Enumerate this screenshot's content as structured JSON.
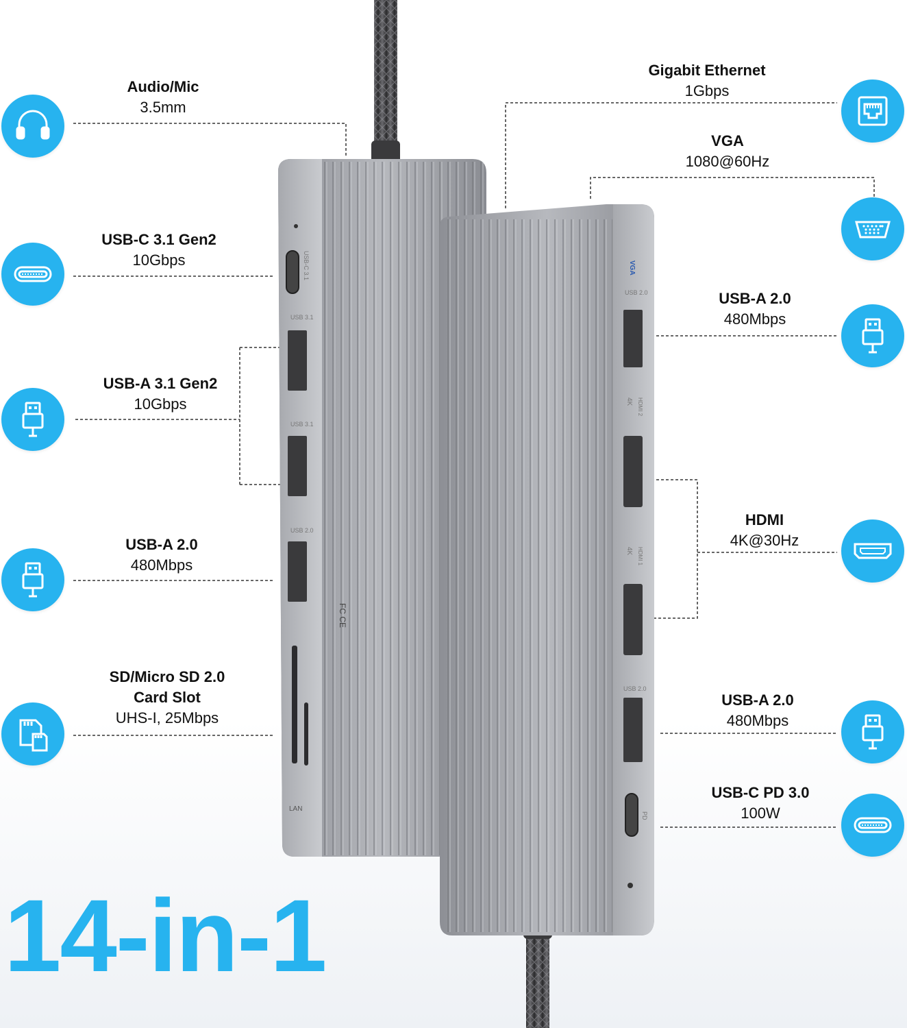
{
  "headline": "14-in-1",
  "accent_color": "#27b3ef",
  "ports_left": [
    {
      "title": "Audio/Mic",
      "sub": "3.5mm",
      "icon": "headphones-icon"
    },
    {
      "title": "USB-C 3.1 Gen2",
      "sub": "10Gbps",
      "icon": "usb-c-icon"
    },
    {
      "title": "USB-A 3.1 Gen2",
      "sub": "10Gbps",
      "icon": "usb-a-icon"
    },
    {
      "title": "USB-A 2.0",
      "sub": "480Mbps",
      "icon": "usb-a-icon"
    },
    {
      "title": "SD/Micro SD 2.0",
      "title2": "Card Slot",
      "sub": "UHS-I, 25Mbps",
      "icon": "sd-card-icon"
    }
  ],
  "ports_right": [
    {
      "title": "Gigabit Ethernet",
      "sub": "1Gbps",
      "icon": "ethernet-icon"
    },
    {
      "title": "VGA",
      "sub": "1080@60Hz",
      "icon": "vga-icon"
    },
    {
      "title": "USB-A 2.0",
      "sub": "480Mbps",
      "icon": "usb-a-icon"
    },
    {
      "title": "HDMI",
      "sub": "4K@30Hz",
      "icon": "hdmi-icon"
    },
    {
      "title": "USB-A 2.0",
      "sub": "480Mbps",
      "icon": "usb-a-icon"
    },
    {
      "title": "USB-C PD 3.0",
      "sub": "100W",
      "icon": "usb-c-icon"
    }
  ],
  "device_markings": {
    "usb_c": "USB-C 3.1",
    "usb31_a": "USB 3.1",
    "usb31_b": "USB 3.1",
    "usb20_left": "USB 2.0",
    "lan": "LAN",
    "vga": "VGA",
    "usb20_right_a": "USB 2.0",
    "hdmi2": "HDMI 2",
    "hdmi1": "HDMI 1",
    "k4_a": "4K",
    "k4_b": "4K",
    "usb20_right_b": "USB 2.0",
    "pd": "PD",
    "fcc": "FC CE"
  }
}
